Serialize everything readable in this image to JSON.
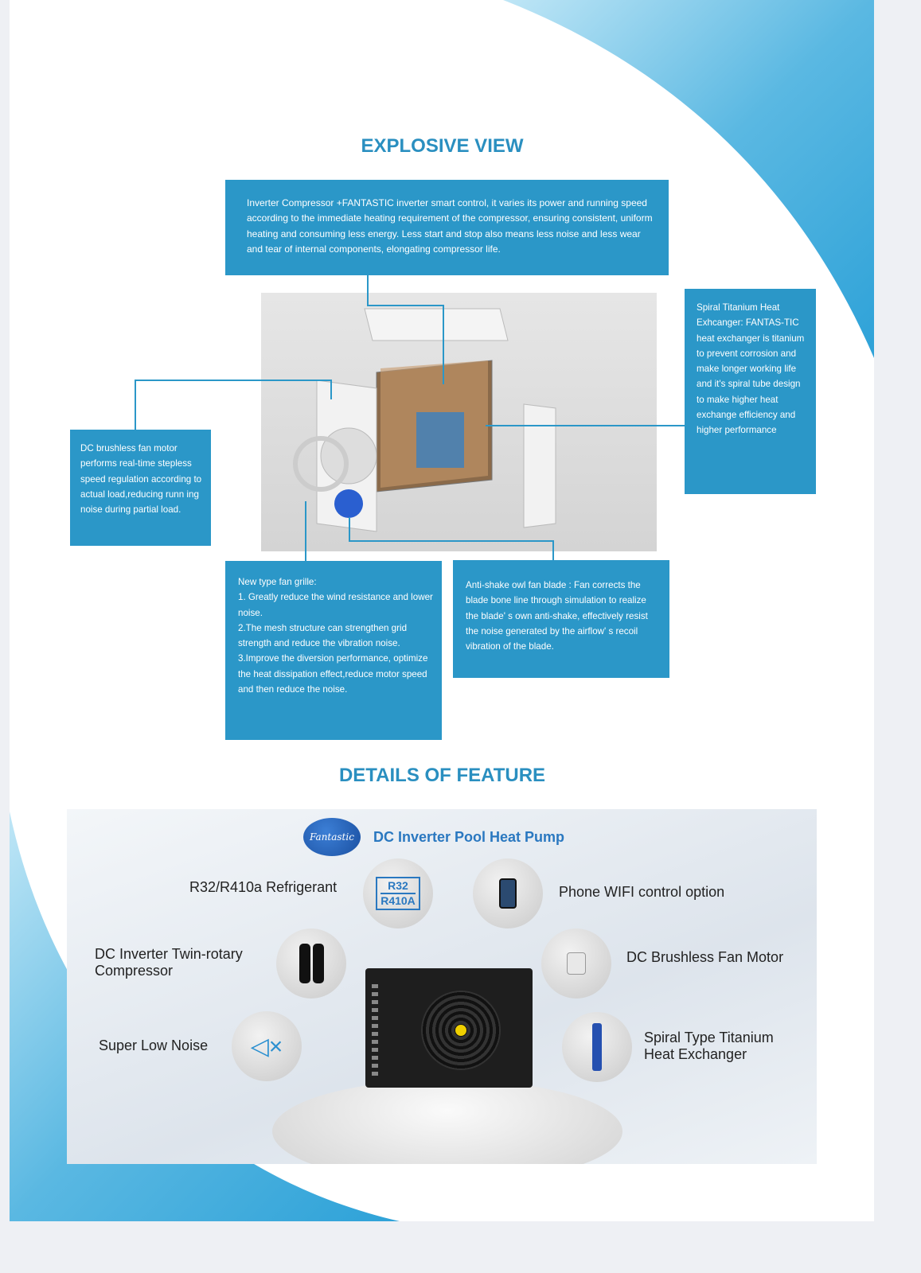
{
  "explosive_view": {
    "title": "EXPLOSIVE VIEW",
    "compressor_text": "Inverter Compressor +FANTASTIC inverter smart control, it varies its power and running speed according to the immediate heating requirement of the compressor, ensuring consistent, uniform heating and consuming less energy. Less start and stop also means less noise and less wear and tear of internal components, elongating compressor life.",
    "fan_motor_text": "DC brushless fan motor performs real-time stepless speed regulation according to actual load,reducing runn ing noise during partial load.",
    "heat_exchanger_text": "Spiral Titanium Heat Exhcanger: FANTAS-TIC heat exchanger is titanium to prevent corrosion and make longer working life and it's spiral tube design to make higher heat exchange efficiency and higher performance",
    "fan_grille_lines": [
      "New type fan grille:",
      "1. Greatly reduce the wind resistance and lower noise.",
      "2.The mesh structure can strengthen grid strength and reduce the vibration noise.",
      "3.Improve the diversion performance, optimize the heat dissipation effect,reduce motor speed and then reduce the noise."
    ],
    "fan_blade_text": "Anti-shake owl fan blade : Fan corrects the blade bone line through simulation to realize the blade' s own anti-shake, effectively resist the noise generated by the airflow' s recoil vibration of the blade."
  },
  "details": {
    "title": "DETAILS OF FEATURE",
    "logo_text": "Fantastic",
    "product_title": "DC Inverter Pool Heat Pump",
    "refrigerant_badge": [
      "R32",
      "R410A"
    ],
    "features": {
      "refrigerant": "R32/R410a Refrigerant",
      "wifi": "Phone WIFI control option",
      "compressor": "DC Inverter Twin-rotary Compressor",
      "fan_motor": "DC Brushless Fan Motor",
      "noise": "Super Low Noise",
      "exchanger": "Spiral Type Titanium Heat Exchanger"
    }
  },
  "colors": {
    "accent": "#2b97c8",
    "title": "#2a8fc0"
  }
}
